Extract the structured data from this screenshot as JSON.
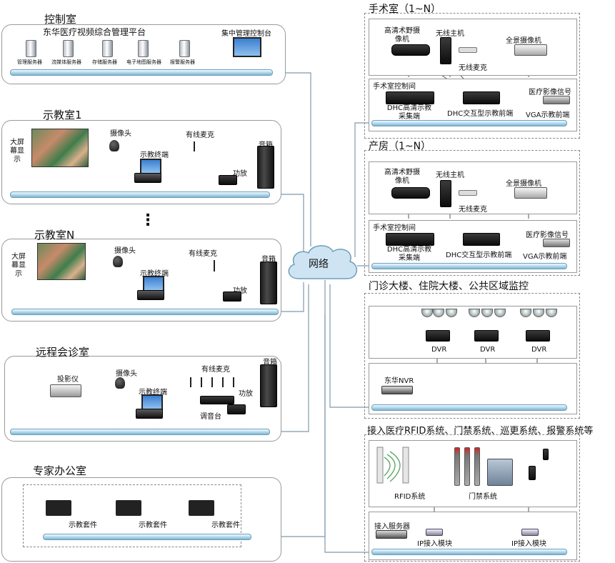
{
  "control_room": {
    "title": "控制室",
    "platform": "东华医疗视频综合管理平台",
    "servers": [
      "管理服务器",
      "流媒体服务器",
      "存储服务器",
      "电子地图服务器",
      "报警服务器"
    ],
    "console": "集中管理控制台"
  },
  "classroom1": {
    "title": "示教室1",
    "screen": "大屏幕显示",
    "camera": "摄像头",
    "mic": "有线麦克",
    "terminal": "示教终端",
    "amp": "功放",
    "speaker": "音箱"
  },
  "ellipsis": "⋮",
  "classroomN": {
    "title": "示教室N",
    "screen": "大屏幕显示",
    "camera": "摄像头",
    "mic": "有线麦克",
    "terminal": "示教终端",
    "amp": "功放",
    "speaker": "音箱"
  },
  "remote": {
    "title": "远程会诊室",
    "projector": "投影仪",
    "camera": "摄像头",
    "mic": "有线麦克",
    "terminal": "示教终端",
    "mixer": "调音台",
    "amp": "功放",
    "speaker": "音箱"
  },
  "expert": {
    "title": "专家办公室",
    "kits": [
      "示教套件",
      "示教套件",
      "示教套件"
    ]
  },
  "network": "网络",
  "surgery": {
    "title": "手术室（1~N）",
    "hd_camera": "高清术野摄像机",
    "wireless_host": "无线主机",
    "wireless_mic": "无线麦克",
    "pano_camera": "全景摄像机",
    "control_room": "手术室控制间",
    "hd_collector": "DHC高清示教采集端",
    "interactive_frontend": "DHC交互型示教前端",
    "medical_signal": "医疗影像信号",
    "vga_frontend": "VGA示教前端"
  },
  "delivery": {
    "title": "产房（1~N）",
    "hd_camera": "高清术野摄像机",
    "wireless_host": "无线主机",
    "wireless_mic": "无线麦克",
    "pano_camera": "全景摄像机",
    "control_room": "手术室控制间",
    "hd_collector": "DHC高清示教采集端",
    "interactive_frontend": "DHC交互型示教前端",
    "medical_signal": "医疗影像信号",
    "vga_frontend": "VGA示教前端"
  },
  "monitoring": {
    "title": "门诊大楼、住院大楼、公共区域监控",
    "dvr": [
      "DVR",
      "DVR",
      "DVR"
    ],
    "nvr": "东华NVR"
  },
  "rfid": {
    "title": "接入医疗RFID系统、门禁系统、巡更系统、报警系统等",
    "rfid_system": "RFID系统",
    "access_system": "门禁系统",
    "access_server": "接入服务器",
    "ip_module_1": "IP接入模块",
    "ip_module_2": "IP接入模块"
  }
}
